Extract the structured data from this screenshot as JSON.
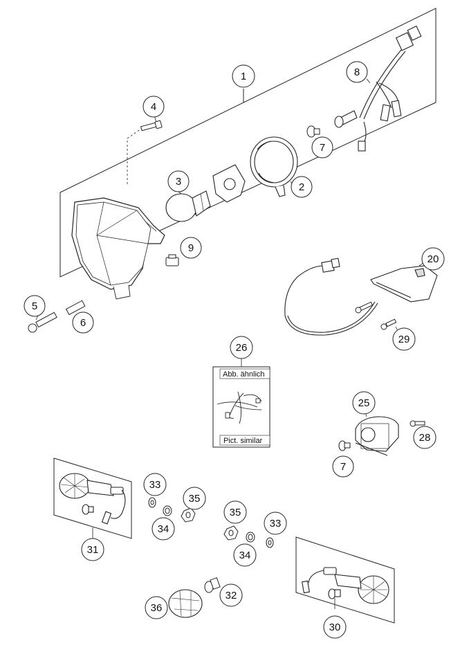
{
  "callouts": [
    {
      "id": "c1",
      "label": "1"
    },
    {
      "id": "c2",
      "label": "2"
    },
    {
      "id": "c3",
      "label": "3"
    },
    {
      "id": "c4",
      "label": "4"
    },
    {
      "id": "c5",
      "label": "5"
    },
    {
      "id": "c6",
      "label": "6"
    },
    {
      "id": "c7a",
      "label": "7"
    },
    {
      "id": "c8",
      "label": "8"
    },
    {
      "id": "c9",
      "label": "9"
    },
    {
      "id": "c20",
      "label": "20"
    },
    {
      "id": "c29",
      "label": "29"
    },
    {
      "id": "c26",
      "label": "26"
    },
    {
      "id": "c25",
      "label": "25"
    },
    {
      "id": "c28",
      "label": "28"
    },
    {
      "id": "c7b",
      "label": "7"
    },
    {
      "id": "c33a",
      "label": "33"
    },
    {
      "id": "c35a",
      "label": "35"
    },
    {
      "id": "c34a",
      "label": "34"
    },
    {
      "id": "c31",
      "label": "31"
    },
    {
      "id": "c35b",
      "label": "35"
    },
    {
      "id": "c33b",
      "label": "33"
    },
    {
      "id": "c34b",
      "label": "34"
    },
    {
      "id": "c32",
      "label": "32"
    },
    {
      "id": "c36",
      "label": "36"
    },
    {
      "id": "c30",
      "label": "30"
    }
  ],
  "harness_box": {
    "top_label": "Abb. ähnlich",
    "bottom_label": "Pict. similar"
  }
}
